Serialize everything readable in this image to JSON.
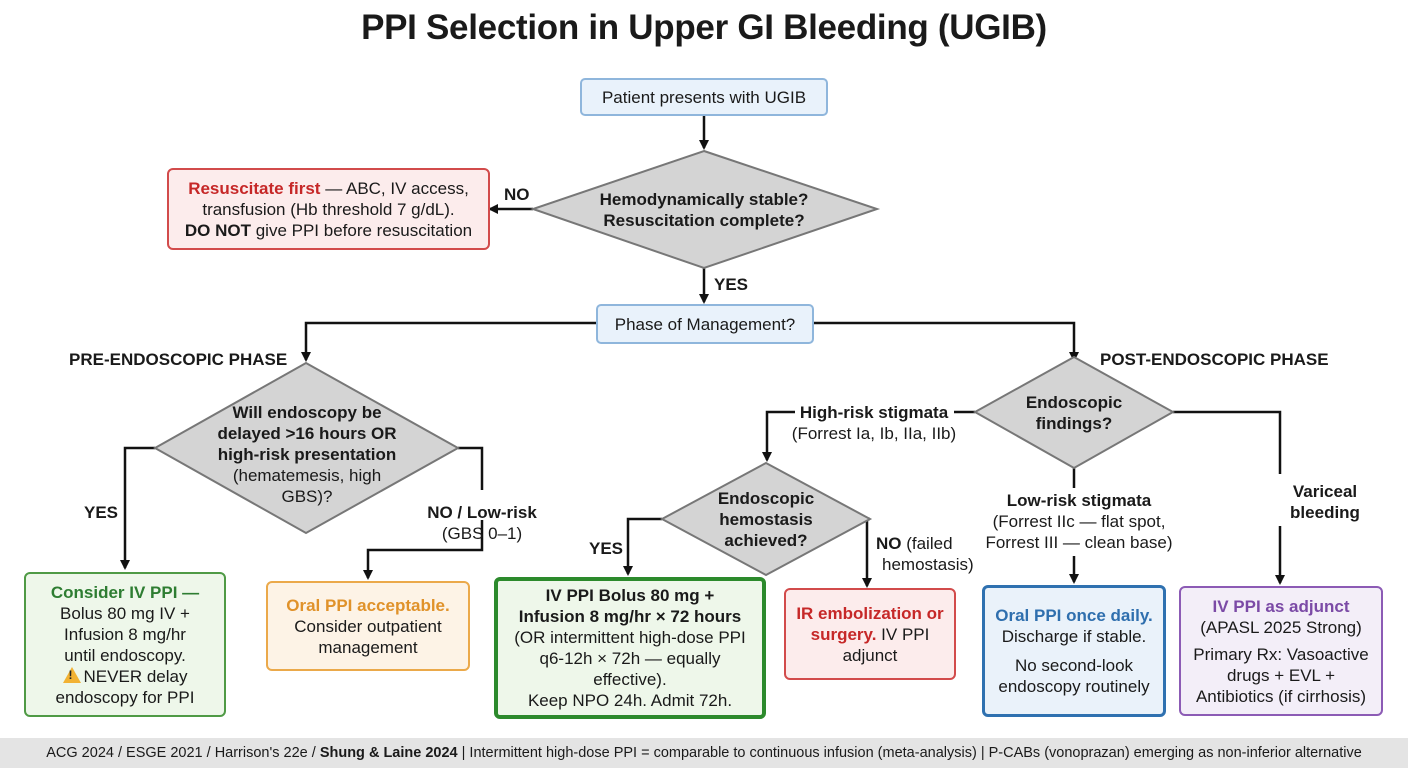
{
  "title": "PPI Selection in Upper GI Bleeding (UGIB)",
  "nodes": {
    "start": "Patient presents with UGIB",
    "stable_q": {
      "line1": "Hemodynamically stable?",
      "line2": "Resuscitation complete?"
    },
    "resuscitate": {
      "lead": "Resuscitate first",
      "line1_rest": " — ABC, IV access,",
      "line2": "transfusion (Hb threshold 7 g/dL).",
      "line3_bold": "DO NOT",
      "line3_rest": " give PPI before resuscitation"
    },
    "phase": "Phase of Management?",
    "delay_q": {
      "line1": "Will endoscopy be",
      "line2": "delayed >16 hours OR",
      "line3": "high-risk presentation",
      "line4": "(hematemesis, high",
      "line5": "GBS)?"
    },
    "iv_ppi_consider": {
      "lead": "Consider IV PPI —",
      "line2": "Bolus 80 mg IV +",
      "line3": "Infusion 8 mg/hr",
      "line4": "until endoscopy.",
      "line5": "NEVER delay",
      "line6": "endoscopy for PPI"
    },
    "oral_ok": {
      "lead": "Oral PPI acceptable.",
      "line2": "Consider outpatient",
      "line3": "management"
    },
    "findings_q": {
      "line1": "Endoscopic",
      "line2": "findings?"
    },
    "hemostasis_q": {
      "line1": "Endoscopic",
      "line2": "hemostasis",
      "line3": "achieved?"
    },
    "iv_ppi_bolus": {
      "line1": "IV PPI Bolus 80 mg +",
      "line2": "Infusion 8 mg/hr × 72 hours",
      "line3": "(OR intermittent high-dose PPI",
      "line4": "q6-12h × 72h — equally",
      "line5": "effective).",
      "line6": "Keep NPO 24h. Admit 72h."
    },
    "ir": {
      "lead1": "IR embolization or",
      "lead2": "surgery.",
      "line2_rest": " IV PPI",
      "line3": "adjunct"
    },
    "oral_daily": {
      "lead": "Oral PPI once daily.",
      "line2": "Discharge if stable.",
      "line3": "No second-look",
      "line4": "endoscopy routinely"
    },
    "variceal_box": {
      "lead": "IV PPI as adjunct",
      "line2": "(APASL 2025 Strong)",
      "line3": "Primary Rx: Vasoactive",
      "line4": "drugs + EVL +",
      "line5": "Antibiotics (if cirrhosis)"
    }
  },
  "labels": {
    "no": "NO",
    "yes": "YES",
    "pre_phase": "PRE-ENDOSCOPIC PHASE",
    "post_phase": "POST-ENDOSCOPIC PHASE",
    "delay_yes": "YES",
    "no_low_risk": {
      "line1": "NO / Low-risk",
      "line2": "(GBS 0–1)"
    },
    "high_risk": {
      "line1": "High-risk stigmata",
      "line2": "(Forrest Ia, Ib, IIa, IIb)"
    },
    "low_risk": {
      "line1": "Low-risk stigmata",
      "line2": "(Forrest IIc — flat spot,",
      "line3": "Forrest III — clean base)"
    },
    "variceal": {
      "line1": "Variceal",
      "line2": "bleeding"
    },
    "hemo_yes": "YES",
    "hemo_no": {
      "bold": "NO",
      "rest": " (failed",
      "line2": "hemostasis)"
    }
  },
  "footer": {
    "part1": "ACG 2024 / ESGE 2021 / Harrison's 22e / ",
    "part2": "Shung & Laine 2024",
    "part3": " | Intermittent high-dose PPI = comparable to continuous infusion (meta-analysis) | P-CABs (vonoprazan) emerging as non-inferior alternative"
  },
  "colors": {
    "start_box": "#e9f2fb",
    "diamond": "#d4d4d4",
    "danger": "#c62828",
    "success": "#2e7d32",
    "warning": "#e0922a",
    "info": "#2f6fae",
    "variceal": "#7b4aa6"
  },
  "icons": {
    "warning": "warning-triangle-icon"
  }
}
